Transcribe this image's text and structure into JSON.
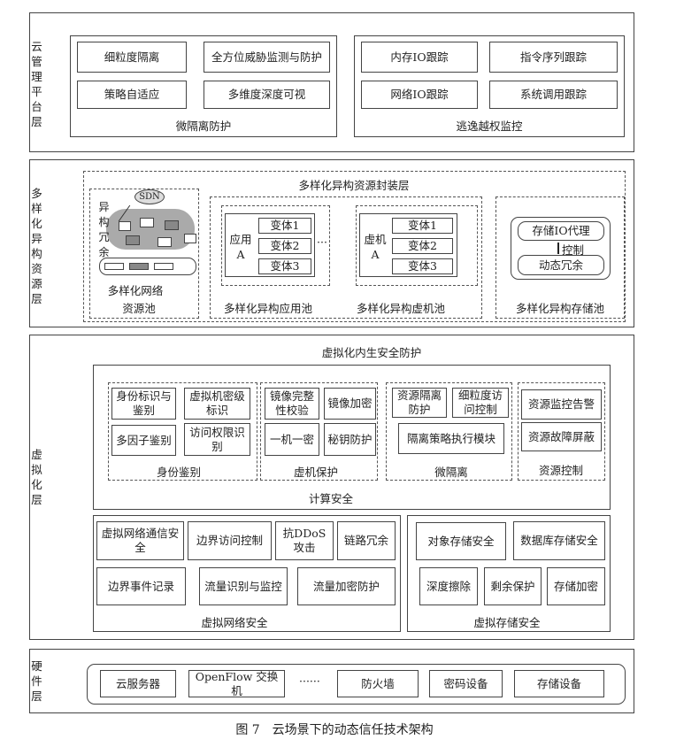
{
  "cloud_layer": {
    "label": "云管理平台层",
    "micro": {
      "title": "微隔离防护",
      "items": [
        "细粒度隔离",
        "全方位威胁监测与防护",
        "策略自适应",
        "多维度深度可视"
      ]
    },
    "escape": {
      "title": "逃逸越权监控",
      "items": [
        "内存IO跟踪",
        "指令序列跟踪",
        "网络IO跟踪",
        "系统调用跟踪"
      ]
    }
  },
  "resource_layer": {
    "label": "多样化异构资源层",
    "title": "多样化异构资源封装层",
    "network": {
      "sdn": "SDN",
      "redundancy": "异构冗余",
      "line1": "多样化网络",
      "line2": "资源池"
    },
    "app": {
      "name": "应用A",
      "variants": [
        "变体1",
        "变体2",
        "变体3"
      ],
      "ellipsis": "···",
      "title": "多样化异构应用池"
    },
    "vm": {
      "name": "虚机A",
      "variants": [
        "变体1",
        "变体2",
        "变体3"
      ],
      "title": "多样化异构虚机池"
    },
    "storage": {
      "io": "存储IO代理",
      "control": "控制",
      "redundancy": "动态冗余",
      "title": "多样化异构存储池"
    }
  },
  "virt_layer": {
    "label": "虚拟化层",
    "title": "虚拟化内生安全防护",
    "compute": {
      "title": "计算安全",
      "identity": {
        "title": "身份鉴别",
        "items": [
          "身份标识与鉴别",
          "虚拟机密级标识",
          "多因子鉴别",
          "访问权限识别"
        ]
      },
      "vmprot": {
        "title": "虚机保护",
        "items": [
          "镜像完整性校验",
          "镜像加密",
          "一机一密",
          "秘钥防护"
        ]
      },
      "micro": {
        "title": "微隔离",
        "items": [
          "资源隔离防护",
          "细粒度访问控制",
          "隔离策略执行模块"
        ]
      },
      "resctl": {
        "title": "资源控制",
        "items": [
          "资源监控告警",
          "资源故障屏蔽"
        ]
      }
    },
    "network": {
      "title": "虚拟网络安全",
      "items": [
        "虚拟网络通信安全",
        "边界访问控制",
        "抗DDoS攻击",
        "链路冗余",
        "边界事件记录",
        "流量识别与监控",
        "流量加密防护"
      ]
    },
    "storage": {
      "title": "虚拟存储安全",
      "items": [
        "对象存储安全",
        "数据库存储安全",
        "深度擦除",
        "剩余保护",
        "存储加密"
      ]
    }
  },
  "hardware_layer": {
    "label": "硬件层",
    "items": [
      "云服务器",
      "OpenFlow 交换机",
      "······",
      "防火墙",
      "密码设备",
      "存储设备"
    ]
  },
  "caption": "图 7　云场景下的动态信任技术架构"
}
